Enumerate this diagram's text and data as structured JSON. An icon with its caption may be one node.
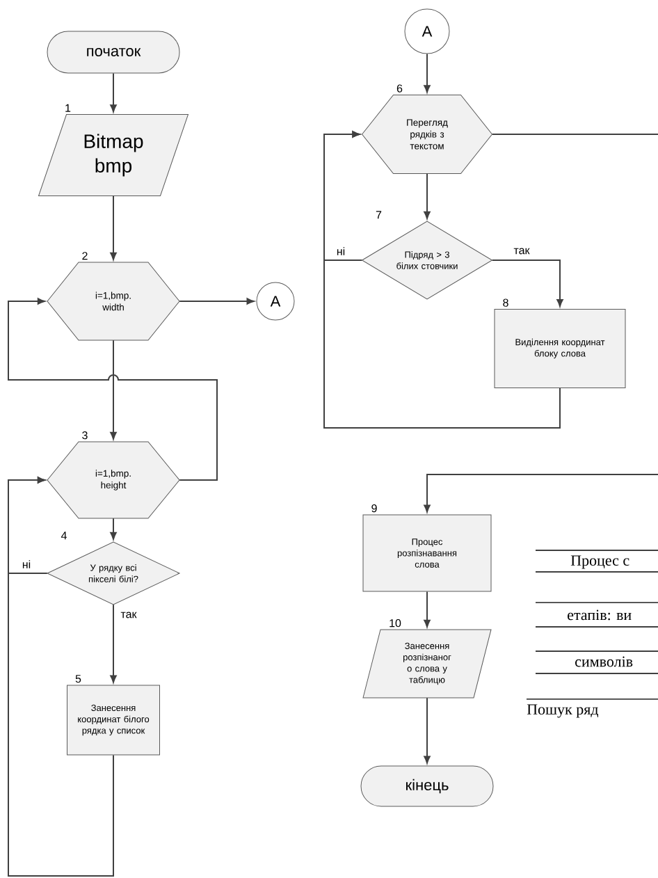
{
  "diagram": {
    "nodes": [
      {
        "text": [
          "початок"
        ]
      },
      {
        "text": [
          "Bitmap bmp"
        ],
        "beside": [
          "1"
        ]
      },
      {
        "text": [
          "i=1,bmp. width"
        ],
        "beside": [
          "2"
        ]
      },
      {
        "text": [
          "A"
        ]
      },
      {
        "text": [
          "i=1,bmp. height"
        ],
        "beside": [
          "3"
        ]
      },
      {
        "text": [
          "У рядку всі пікселі білі?"
        ],
        "beside": [
          "4"
        ]
      },
      {
        "text": [
          "Занесення координат білого рядка у список"
        ],
        "beside": [
          "5"
        ]
      },
      {
        "text": [
          "A"
        ]
      },
      {
        "text": [
          "Перегляд рядків з текстом"
        ],
        "beside": [
          "6"
        ]
      },
      {
        "text": [
          "Підряд  > 3 білих стовчики"
        ],
        "beside": [
          "7"
        ]
      },
      {
        "text": [
          "Виділення координат блоку слова"
        ],
        "beside": [
          "8"
        ]
      },
      {
        "text": [
          "Процес розпізнавання слова"
        ],
        "beside": [
          "9"
        ]
      },
      {
        "text": [
          "Занесення розпізнаног о слова у таблицю"
        ],
        "beside": [
          "10"
        ]
      },
      {
        "text": [
          "кінець"
        ]
      }
    ],
    "edges": [
      {
        "from": 0,
        "to": 1,
        "arrow": "to"
      },
      {
        "from": 1,
        "to": 2,
        "arrow": "to"
      },
      {
        "from": 2,
        "to": 3,
        "arrow": "to"
      },
      {
        "from": 2,
        "to": 4,
        "arrow": "to"
      },
      {
        "from": 4,
        "to": 2,
        "arrow": "to"
      },
      {
        "from": 4,
        "to": 5,
        "arrow": "to"
      },
      {
        "from": 5,
        "to": 4,
        "arrow": "to",
        "label": "ні"
      },
      {
        "from": 5,
        "to": 6,
        "arrow": "to",
        "label": "так"
      },
      {
        "from": 6,
        "to": 4,
        "arrow": "to"
      },
      {
        "from": 7,
        "to": 8,
        "arrow": "to"
      },
      {
        "from": 8,
        "to": 9,
        "arrow": "to"
      },
      {
        "from": 9,
        "to": 8,
        "arrow": "to",
        "label": "ні"
      },
      {
        "from": 9,
        "to": 10,
        "arrow": "to",
        "label": "так"
      },
      {
        "from": 10,
        "to": 8,
        "arrow": "to"
      },
      {
        "from": 8,
        "to": null,
        "arrow": "none"
      },
      {
        "from": null,
        "to": 11,
        "arrow": "to"
      },
      {
        "from": 11,
        "to": 12,
        "arrow": "to"
      },
      {
        "from": 12,
        "to": 13,
        "arrow": "to"
      }
    ],
    "labels": [
      "Процес с",
      "етапів: ви",
      "символів",
      "Пошук ряд"
    ]
  }
}
